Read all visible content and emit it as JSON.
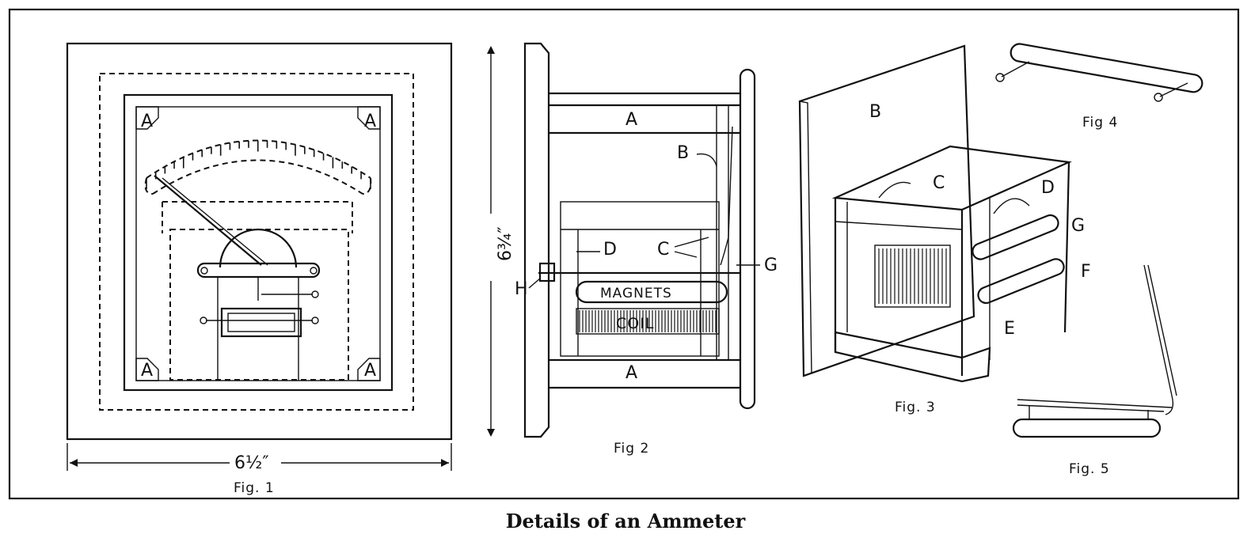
{
  "caption": "Details of an Ammeter",
  "fig1": {
    "label": "Fig. 1",
    "width_dim": "6½″",
    "corner_label": "A"
  },
  "fig2": {
    "label": "Fig 2",
    "height_dim": "6¾″",
    "labels": {
      "a": "A",
      "b": "B",
      "c": "C",
      "d": "D",
      "g": "G",
      "h": "H",
      "magnets": "MAGNETS",
      "coil": "COIL"
    }
  },
  "fig3": {
    "label": "Fig. 3",
    "labels": {
      "b": "B",
      "c": "C",
      "d": "D",
      "g": "G",
      "f": "F",
      "e": "E"
    }
  },
  "fig4": {
    "label": "Fig 4"
  },
  "fig5": {
    "label": "Fig. 5"
  }
}
